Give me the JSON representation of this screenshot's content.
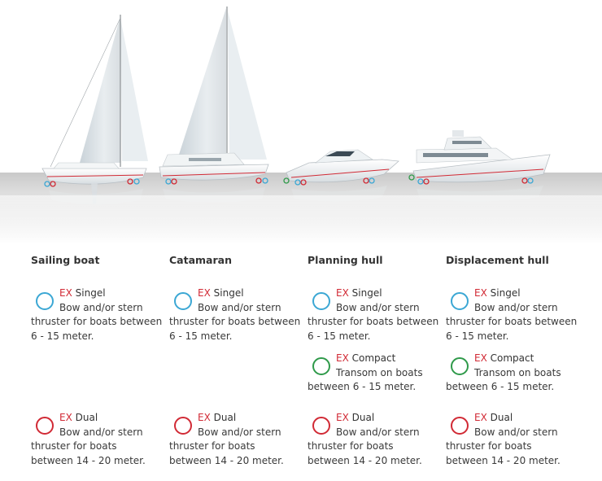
{
  "colors": {
    "singel": "#3ba7d4",
    "compact": "#2f9a4a",
    "dual": "#d12a35",
    "ex_prefix": "#d12a35"
  },
  "columns": [
    {
      "title": "Sailing boat",
      "icon": "sailboat-icon",
      "entries": [
        {
          "type": "singel",
          "ex": "EX",
          "name": "Singel",
          "line1": "Bow and/or stern",
          "line2": "thruster for boats between",
          "line3": "6 - 15 meter."
        },
        {
          "type": "dual",
          "ex": "EX",
          "name": "Dual",
          "line1": "Bow and/or stern",
          "line2": "thruster for boats",
          "line3": "between 14 - 20 meter."
        }
      ]
    },
    {
      "title": "Catamaran",
      "icon": "catamaran-icon",
      "entries": [
        {
          "type": "singel",
          "ex": "EX",
          "name": "Singel",
          "line1": "Bow and/or stern",
          "line2": "thruster for boats between",
          "line3": "6 - 15 meter."
        },
        {
          "type": "dual",
          "ex": "EX",
          "name": "Dual",
          "line1": "Bow and/or stern",
          "line2": "thruster for boats",
          "line3": "between 14 - 20 meter."
        }
      ]
    },
    {
      "title": "Planning hull",
      "icon": "speedboat-icon",
      "entries": [
        {
          "type": "singel",
          "ex": "EX",
          "name": "Singel",
          "line1": "Bow and/or stern",
          "line2": "thruster for boats between",
          "line3": "6 - 15 meter."
        },
        {
          "type": "compact",
          "ex": "EX",
          "name": "Compact",
          "line1": "Transom on boats",
          "line2": "between 6 - 15 meter.",
          "line3": ""
        },
        {
          "type": "dual",
          "ex": "EX",
          "name": "Dual",
          "line1": "Bow and/or stern",
          "line2": "thruster for boats",
          "line3": "between 14 - 20 meter."
        }
      ]
    },
    {
      "title": "Displacement hull",
      "icon": "motor-yacht-icon",
      "entries": [
        {
          "type": "singel",
          "ex": "EX",
          "name": "Singel",
          "line1": "Bow and/or stern",
          "line2": "thruster for boats between",
          "line3": "6 - 15 meter."
        },
        {
          "type": "compact",
          "ex": "EX",
          "name": "Compact",
          "line1": "Transom on boats",
          "line2": "between 6 - 15 meter.",
          "line3": ""
        },
        {
          "type": "dual",
          "ex": "EX",
          "name": "Dual",
          "line1": "Bow and/or stern",
          "line2": "thruster for boats",
          "line3": "between 14 - 20 meter."
        }
      ]
    }
  ]
}
